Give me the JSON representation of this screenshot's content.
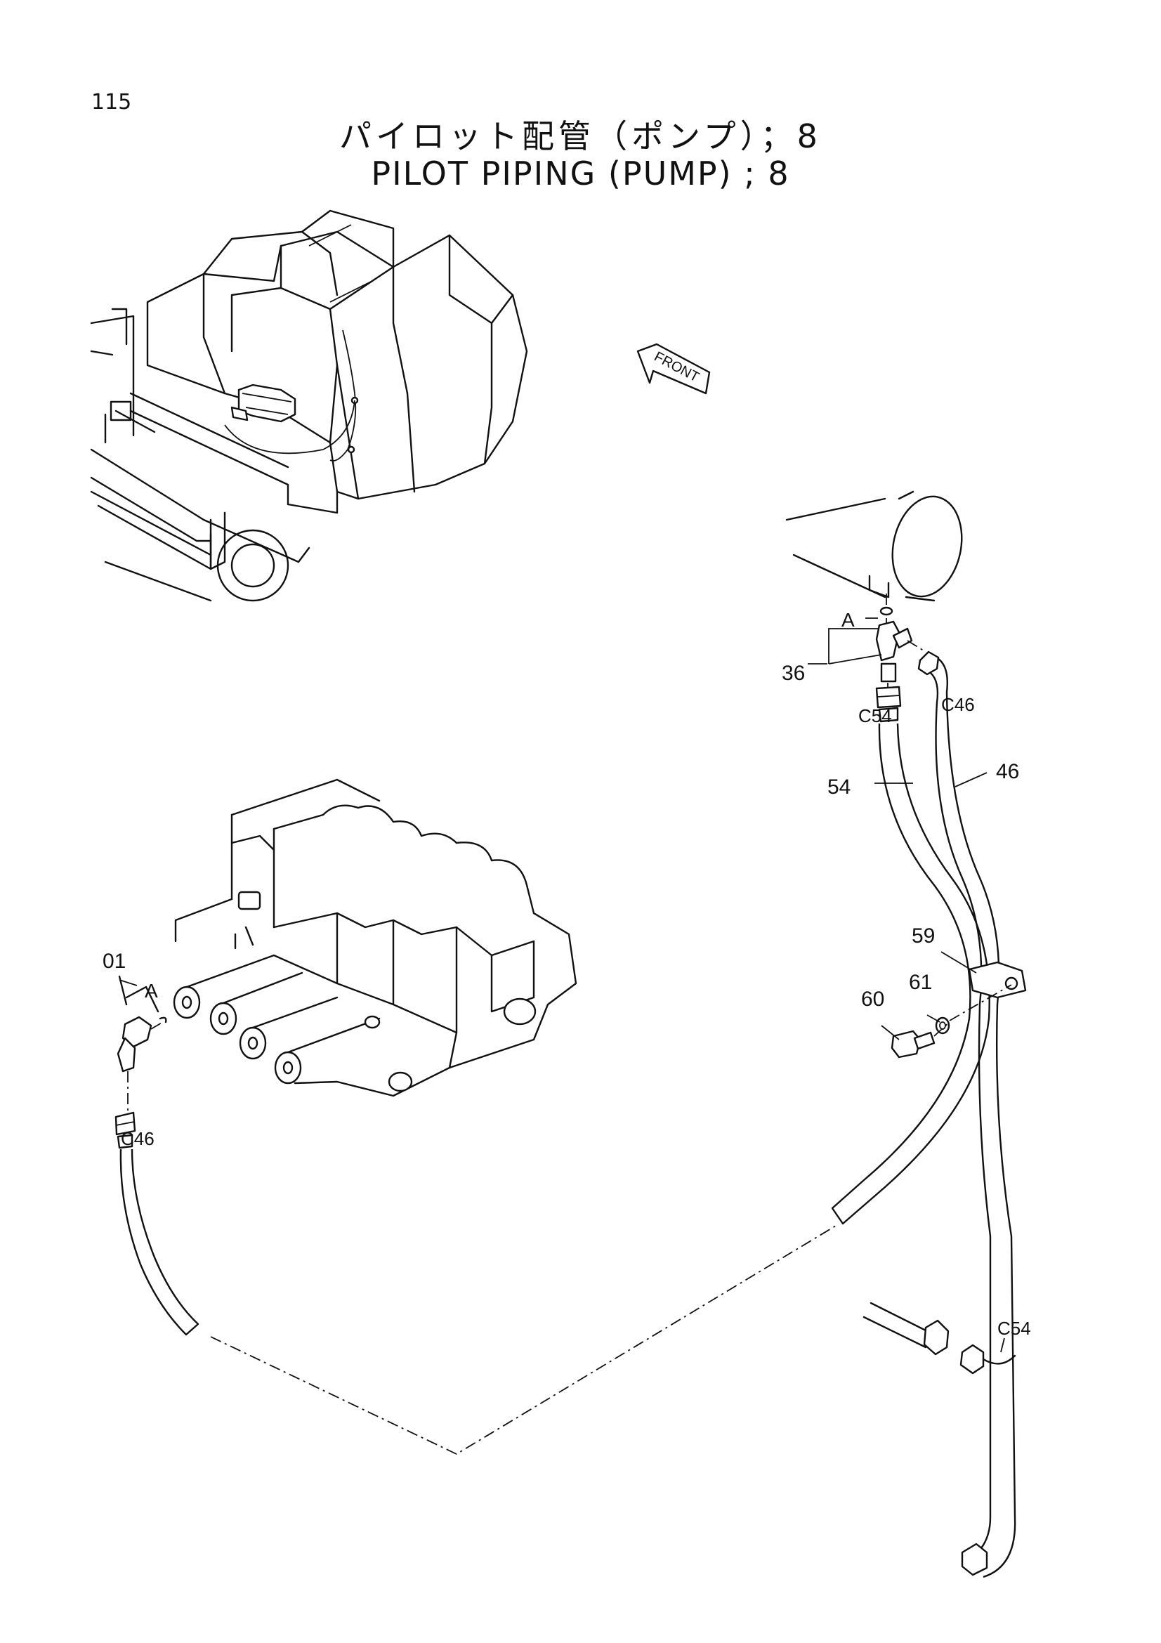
{
  "page": {
    "page_number": "115",
    "title_jp": "パイロット配管（ポンプ）；8",
    "title_en": "PILOT PIPING (PUMP) ; 8"
  },
  "diagram": {
    "front_label": "FRONT",
    "labels": {
      "ref_a_upper": "A",
      "ref_a_lower": "A",
      "part_36": "36",
      "c54_upper": "C54",
      "c46_upper": "C46",
      "part_54": "54",
      "part_46": "46",
      "part_59": "59",
      "part_60": "60",
      "part_61": "61",
      "part_01": "01",
      "c46_lower": "C46",
      "c54_lower": "C54"
    }
  }
}
